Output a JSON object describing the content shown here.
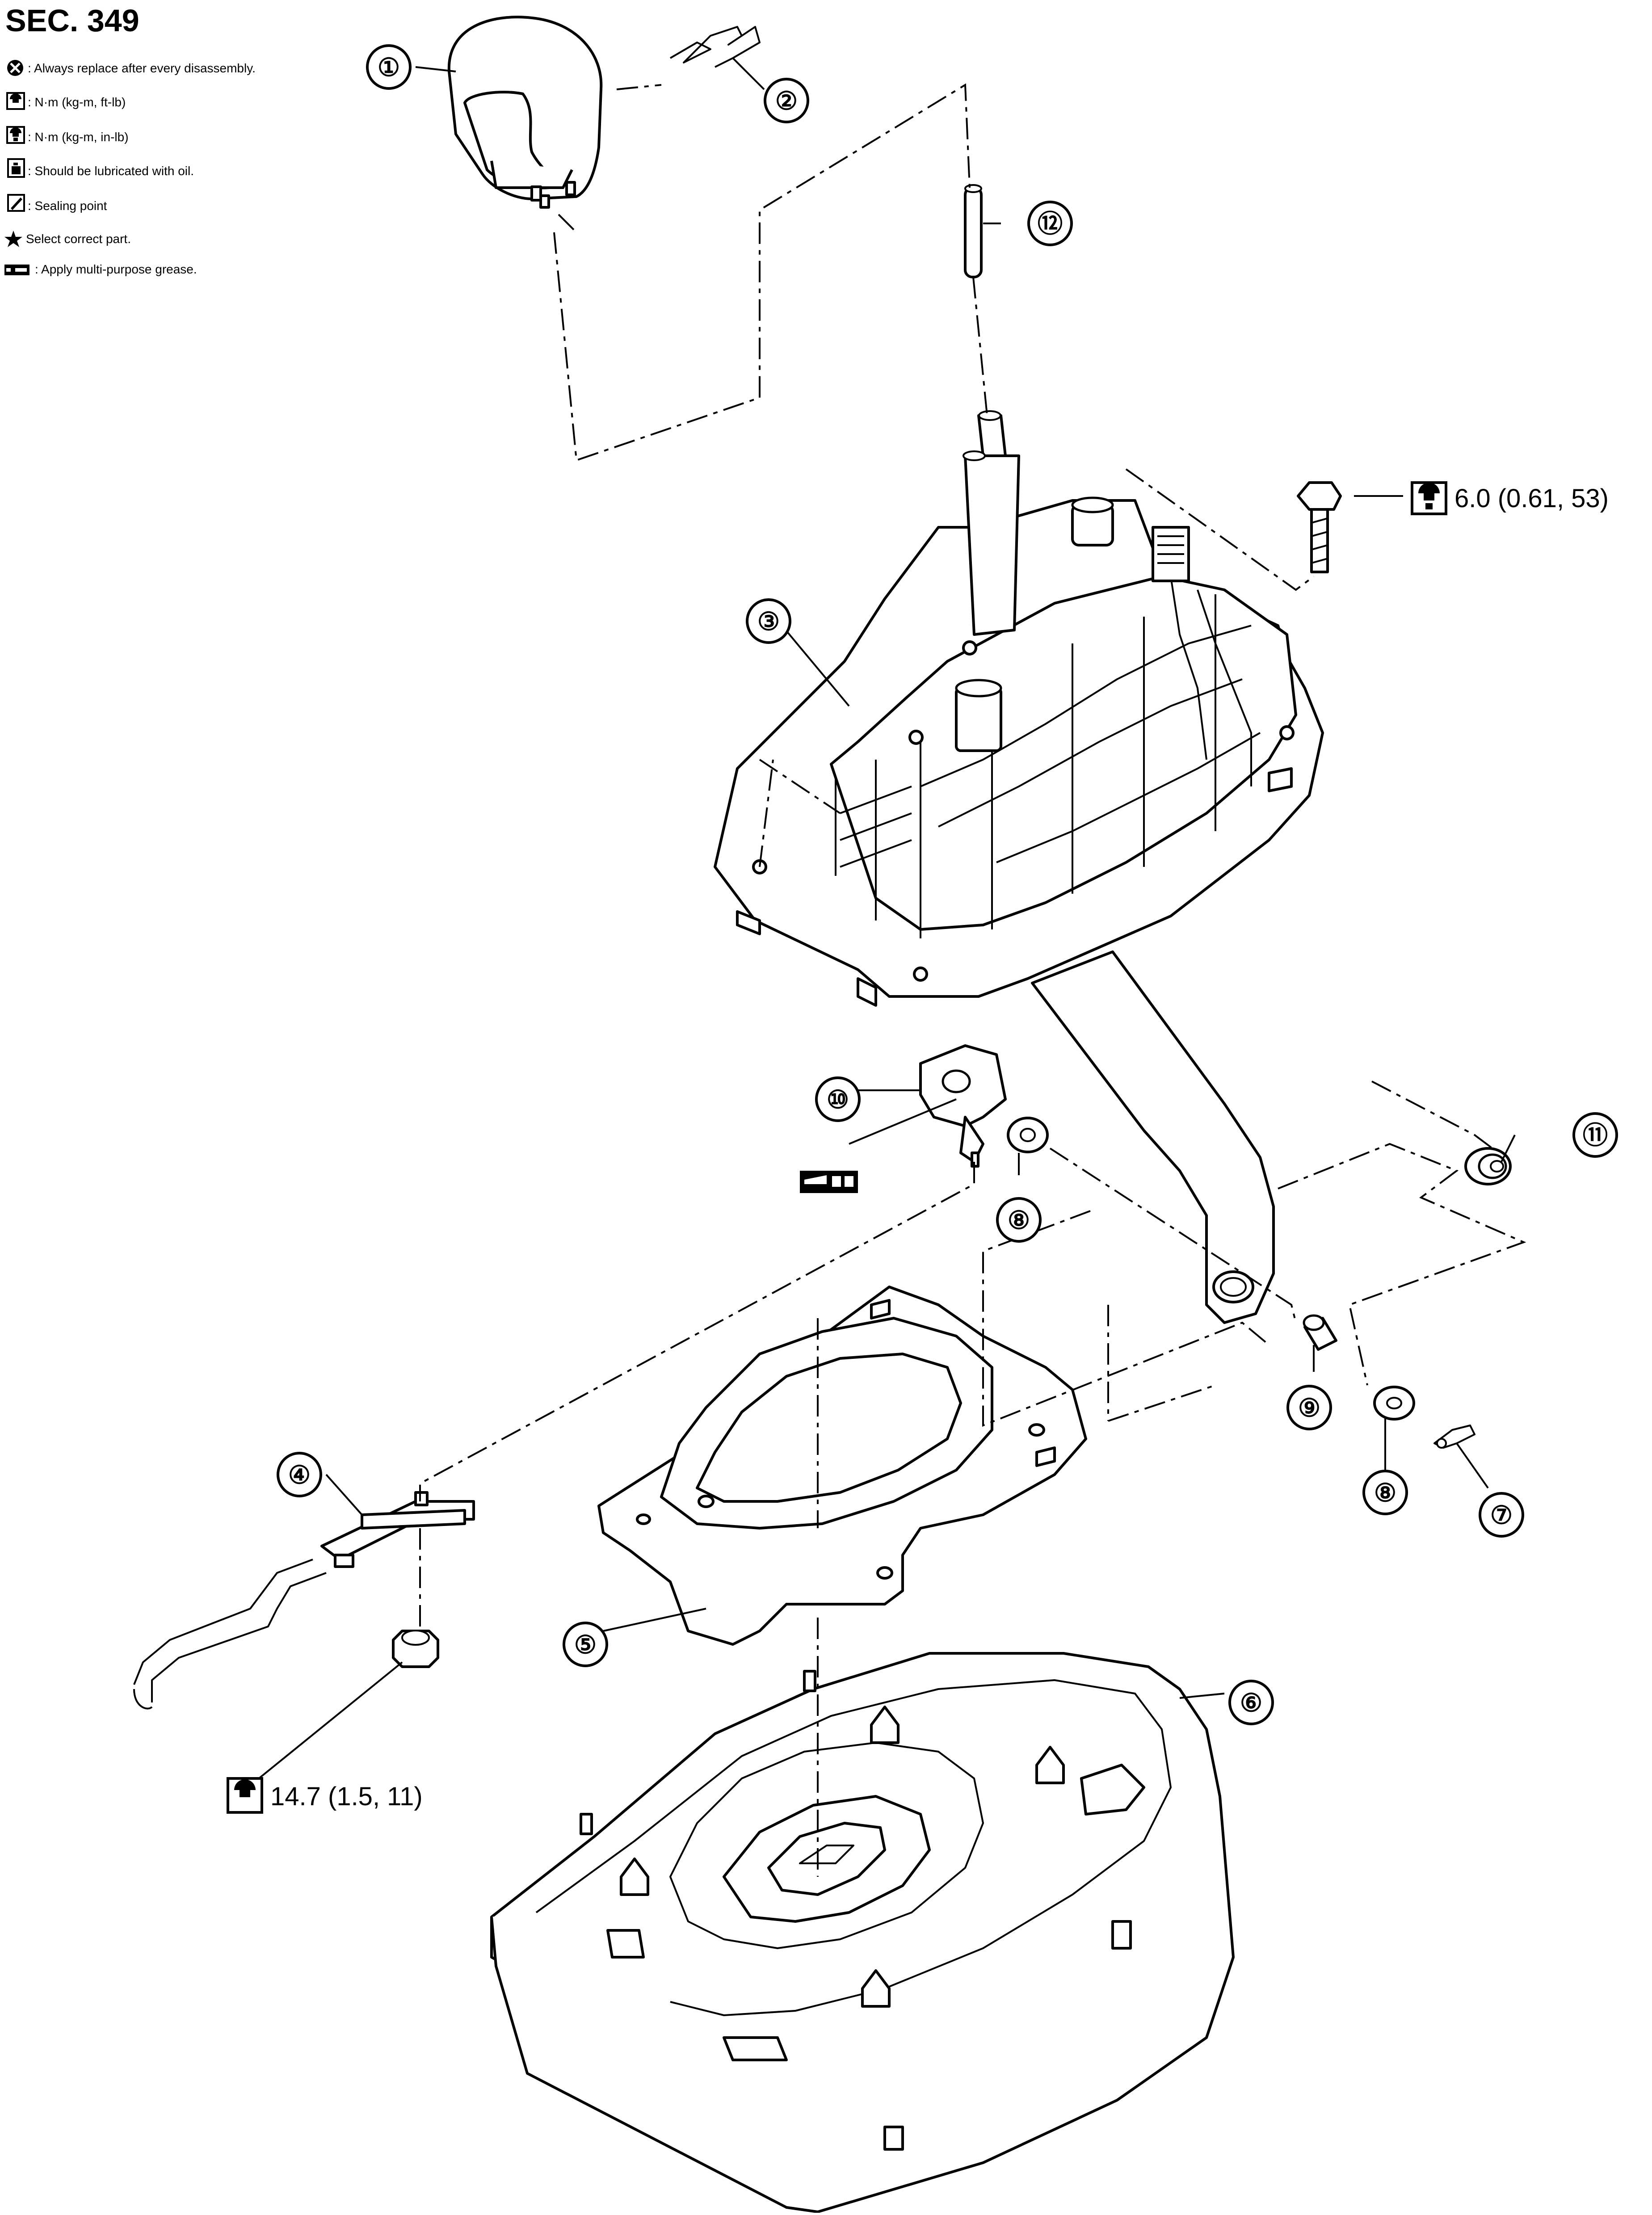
{
  "header": {
    "title": "SEC. 349"
  },
  "legend": [
    {
      "icon": "always-replace-icon",
      "text": ": Always replace after every disassembly."
    },
    {
      "icon": "torque-wrench-ftlb-icon",
      "text": ": N·m (kg-m, ft-lb)"
    },
    {
      "icon": "torque-wrench-inlb-icon",
      "text": ": N·m (kg-m, in-lb)"
    },
    {
      "icon": "oil-lubricate-icon",
      "text": ": Should be lubricated with oil."
    },
    {
      "icon": "sealing-point-icon",
      "text": ": Sealing point"
    },
    {
      "icon": "star-icon",
      "text": "Select correct part."
    },
    {
      "icon": "grease-gun-icon",
      "text": ": Apply multi-purpose grease."
    }
  ],
  "callouts": {
    "c1": "①",
    "c2": "②",
    "c3": "③",
    "c4": "④",
    "c5": "⑤",
    "c6": "⑥",
    "c7": "⑦",
    "c8a": "⑧",
    "c8b": "⑧",
    "c9": "⑨",
    "c10": "⑩",
    "c11": "⑪",
    "c12": "⑫"
  },
  "torques": {
    "bolt": "6.0 (0.61, 53)",
    "nut": "14.7 (1.5, 11)"
  }
}
